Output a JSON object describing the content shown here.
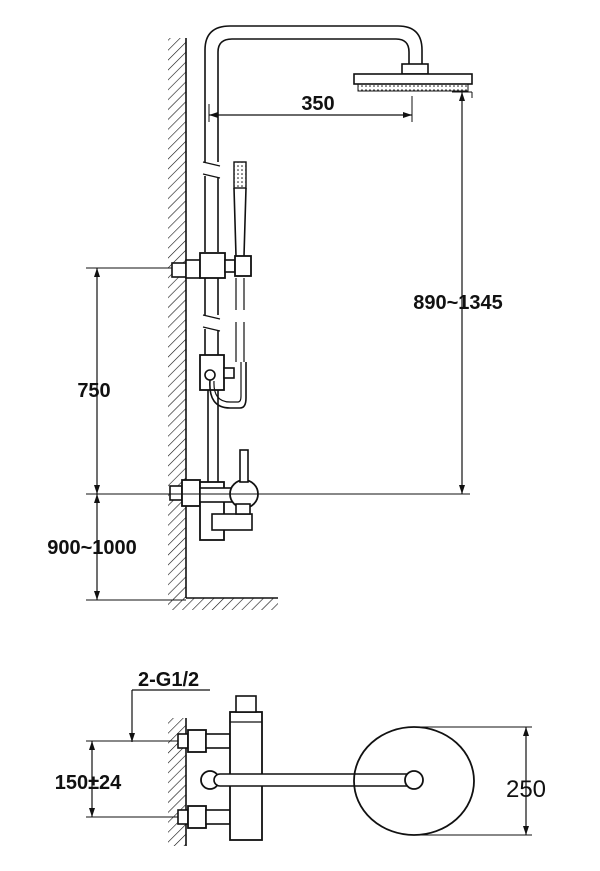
{
  "dimensions": {
    "arm_reach": "350",
    "head_height": "890~1345",
    "riser_spacing": "750",
    "valve_height": "900~1000",
    "inlet_spec": "2-G1/2",
    "inlet_spacing": "150±24",
    "head_diameter": "250"
  },
  "colors": {
    "line": "#111111",
    "background": "#ffffff"
  }
}
